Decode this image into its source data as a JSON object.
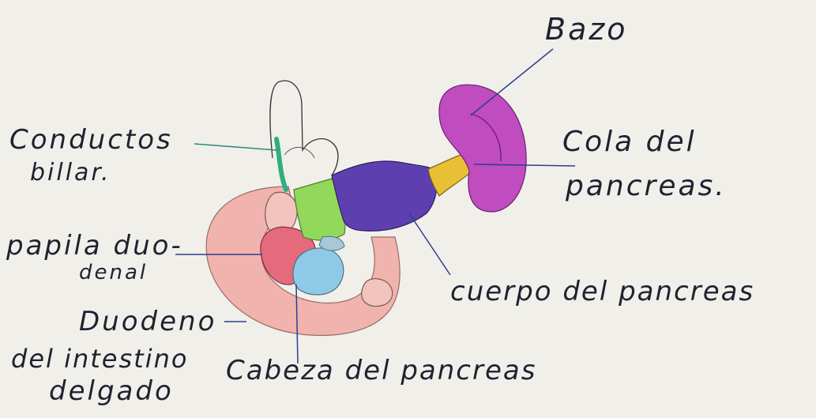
{
  "diagram": {
    "labels": {
      "bazo": "Bazo",
      "conductos_line1": "Conductos",
      "conductos_line2": "billar.",
      "cola_line1": "Cola del",
      "cola_line2": "pancreas.",
      "papila_line1": "papila duo-",
      "papila_line2": "denal",
      "cuerpo": "cuerpo del pancreas",
      "duodeno_line1": "Duodeno",
      "duodeno_line2": "del intestino",
      "duodeno_line3": "delgado",
      "cabeza": "Cabeza del pancreas"
    },
    "colors": {
      "paper": "#f1efea",
      "ink": "#1e2230",
      "leader_line": "#2a3f8f",
      "conductos_line": "#2a8a7a",
      "bile_duct": "#2fae7e",
      "duodenum": "#f0b3ad",
      "papilla": "#e46a7c",
      "head": "#8fc9e8",
      "neck": "#92d85a",
      "body": "#5e3fb0",
      "tail": "#e9bf35",
      "spleen": "#c04cc0"
    }
  }
}
